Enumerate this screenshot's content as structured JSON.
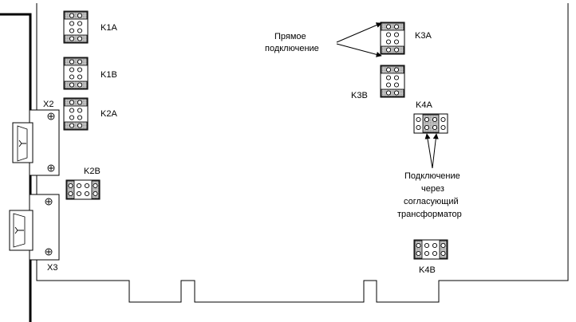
{
  "connectors": {
    "x2": "X2",
    "x3": "X3"
  },
  "jumpers": {
    "k1a": "K1A",
    "k1b": "K1B",
    "k2a": "K2A",
    "k2b": "K2B",
    "k3a": "K3A",
    "k3b": "K3B",
    "k4a": "K4A",
    "k4b": "K4B"
  },
  "annotations": {
    "direct": [
      "Прямое",
      "подключение"
    ],
    "transformer": [
      "Подключение",
      "через",
      "согласующий",
      "трансформатор"
    ]
  }
}
